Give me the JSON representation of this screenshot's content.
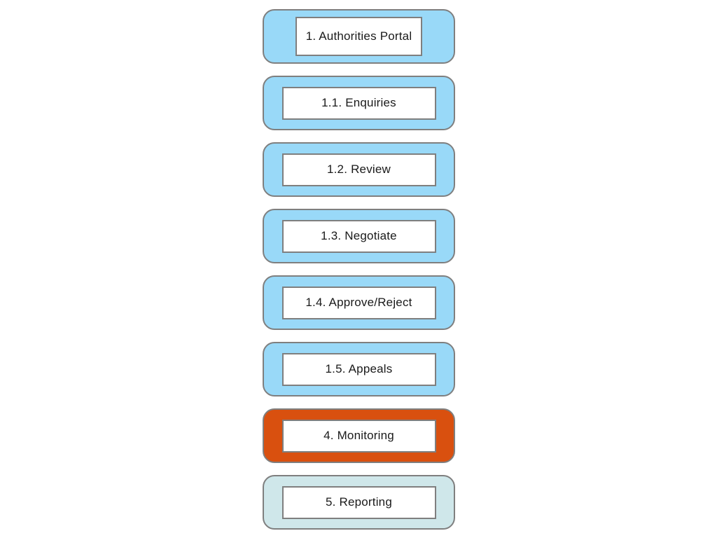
{
  "diagram": {
    "background_color": "#ffffff",
    "border_color": "#7f7f7f",
    "colors": {
      "process_blue": "#99d9f8",
      "highlight_orange": "#d9500f",
      "pale_teal": "#cfe7ea",
      "label_box": "#ffffff",
      "text": "#1a1a1a"
    },
    "steps": [
      {
        "label": "1. Authorities Portal",
        "fill": "#99d9f8"
      },
      {
        "label": "1.1. Enquiries",
        "fill": "#99d9f8"
      },
      {
        "label": "1.2. Review",
        "fill": "#99d9f8"
      },
      {
        "label": "1.3. Negotiate",
        "fill": "#99d9f8"
      },
      {
        "label": "1.4. Approve/Reject",
        "fill": "#99d9f8"
      },
      {
        "label": "1.5. Appeals",
        "fill": "#99d9f8"
      },
      {
        "label": "4. Monitoring",
        "fill": "#d9500f"
      },
      {
        "label": "5. Reporting",
        "fill": "#cfe7ea"
      }
    ]
  }
}
